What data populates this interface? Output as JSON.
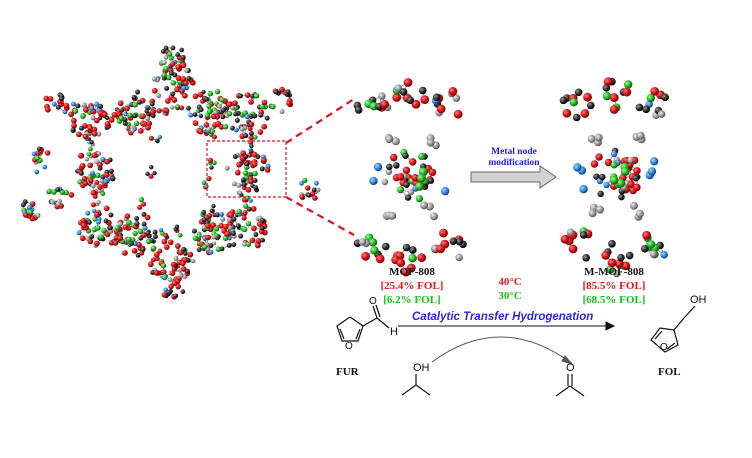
{
  "colors": {
    "oxygen": "#d8141b",
    "carbon": "#2b2b2b",
    "carbon_light": "#9a9a9a",
    "zr_node": "#22b322",
    "nitrogen": "#2f86e0",
    "label_red": "#e8141b",
    "label_green": "#12c21a",
    "arrow_text": "#1f1fd0",
    "cth_text": "#2a2ad8",
    "dashed_link": "#e0101a"
  },
  "labels": {
    "mof808": "MOF-808",
    "mof808_fol_40": "[25.4% FOL]",
    "mof808_fol_30": "[6.2% FOL]",
    "temp_40": "40°C",
    "temp_30": "30°C",
    "mmof808": "M-MOF-808",
    "mmof808_fol_40": "[85.5% FOL]",
    "mmof808_fol_30": "[68.5% FOL]",
    "arrow_line1": "Metal node",
    "arrow_line2": "modification",
    "cth": "Catalytic Transfer Hydrogenation",
    "fur": "FUR",
    "fol": "FOL",
    "oh": "OH",
    "h": "H",
    "o": "O"
  }
}
